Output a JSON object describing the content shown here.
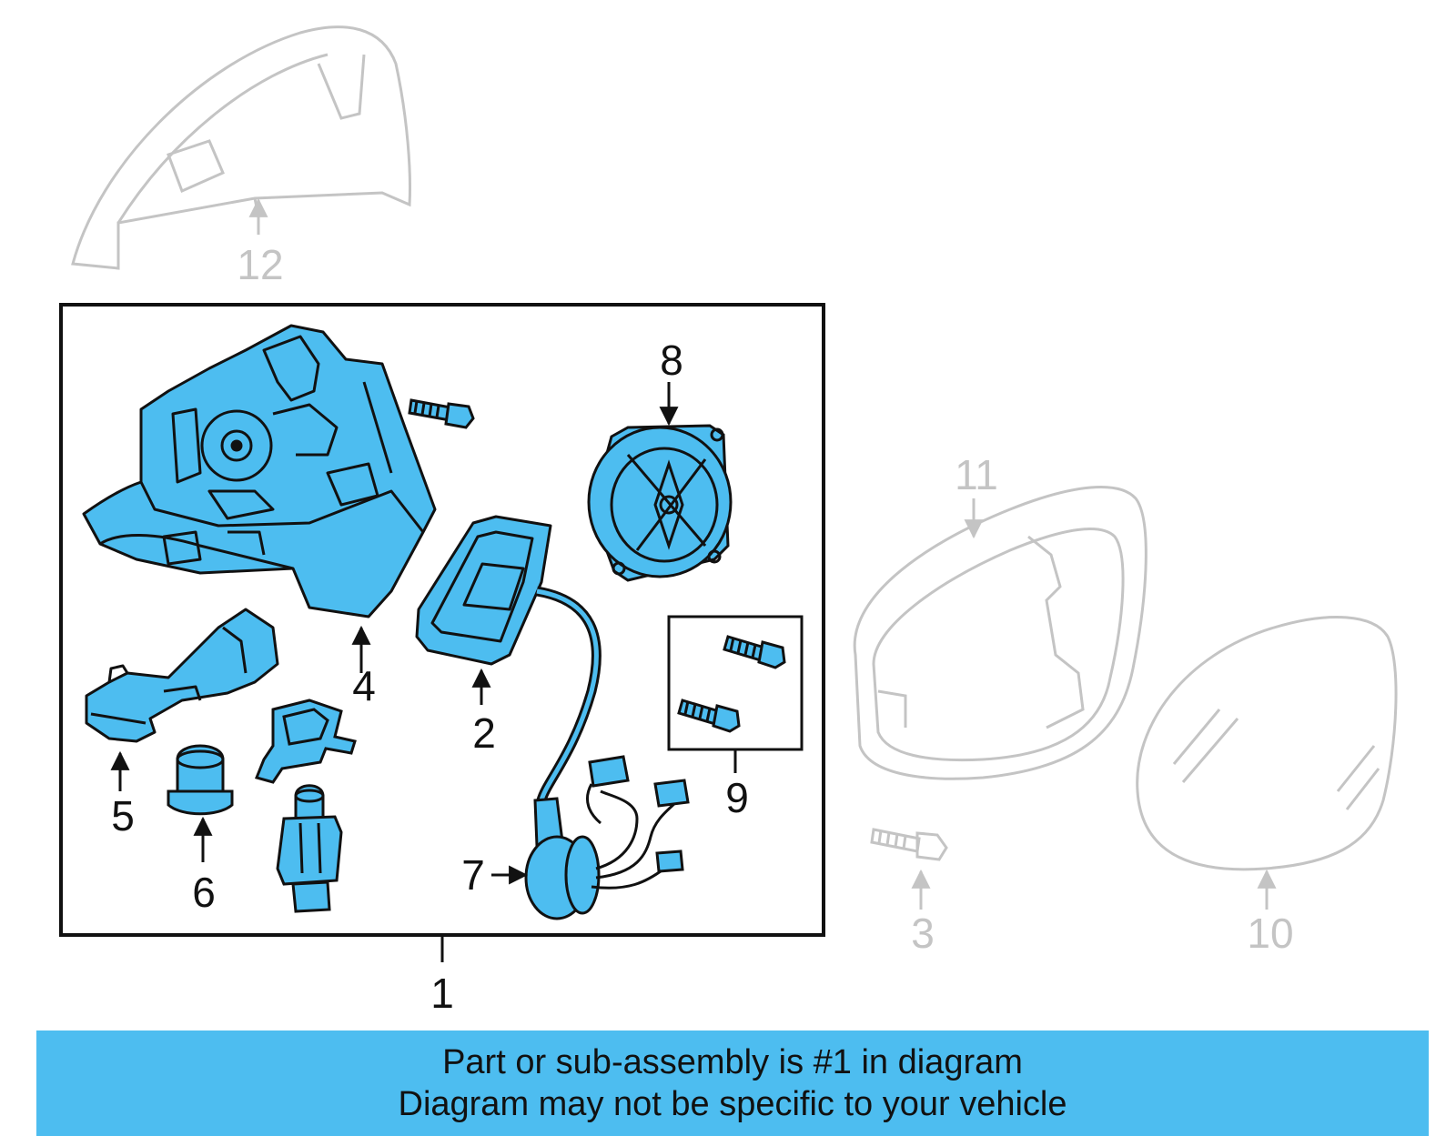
{
  "colors": {
    "part_fill": "#4dbdf0",
    "part_stroke": "#111111",
    "faded_stroke": "#c4c4c4",
    "banner_bg": "#4dbdf0"
  },
  "callouts": {
    "c1": "1",
    "c2": "2",
    "c3": "3",
    "c4": "4",
    "c5": "5",
    "c6": "6",
    "c7": "7",
    "c8": "8",
    "c9": "9",
    "c10": "10",
    "c11": "11",
    "c12": "12"
  },
  "banner": {
    "line1": "Part or sub-assembly is #1 in diagram",
    "line2": "Diagram may not be specific to your vehicle"
  }
}
